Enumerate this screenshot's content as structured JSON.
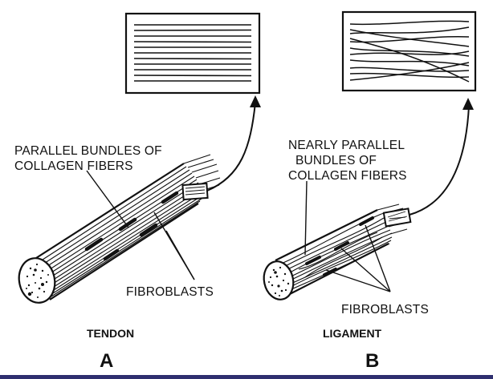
{
  "panels": [
    {
      "id": "A",
      "letter": "A",
      "title": "TENDON",
      "fiber_label": [
        "PARALLEL BUNDLES OF",
        "COLLAGEN FIBERS"
      ],
      "cell_label": "FIBROBLASTS"
    },
    {
      "id": "B",
      "letter": "B",
      "title": "LIGAMENT",
      "fiber_label": [
        "NEARLY PARALLEL",
        "BUNDLES OF",
        "COLLAGEN FIBERS"
      ],
      "cell_label": "FIBROBLASTS"
    }
  ],
  "colors": {
    "ink": "#111111",
    "background": "#ffffff",
    "bottom_rule": "#2f2f6f"
  }
}
